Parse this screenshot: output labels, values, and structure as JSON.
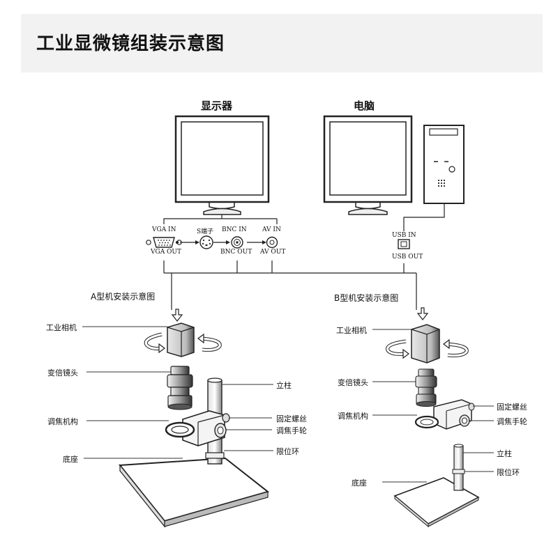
{
  "title": "工业显微镜组装示意图",
  "devices": {
    "monitor_label": "显示器",
    "computer_label": "电脑"
  },
  "ports": {
    "vga_in": "VGA IN",
    "vga_out": "VGA OUT",
    "s_terminal": "S端子",
    "bnc_in": "BNC IN",
    "bnc_out": "BNC OUT",
    "av_in": "AV IN",
    "av_out": "AV OUT",
    "usb_in": "USB IN",
    "usb_out": "USB OUT"
  },
  "section_a": {
    "title": "A型机安装示意图",
    "camera": "工业相机",
    "zoom_lens": "变倍镜头",
    "focus_mechanism": "调焦机构",
    "base": "底座",
    "column": "立柱",
    "fixing_screw": "固定螺丝",
    "focus_wheel": "调焦手轮",
    "limit_ring": "限位环"
  },
  "section_b": {
    "title": "B型机安装示意图",
    "camera": "工业相机",
    "zoom_lens": "变倍镜头",
    "focus_mechanism": "调焦机构",
    "base": "底座",
    "column": "立柱",
    "fixing_screw": "固定螺丝",
    "focus_wheel": "调焦手轮",
    "limit_ring": "限位环"
  }
}
